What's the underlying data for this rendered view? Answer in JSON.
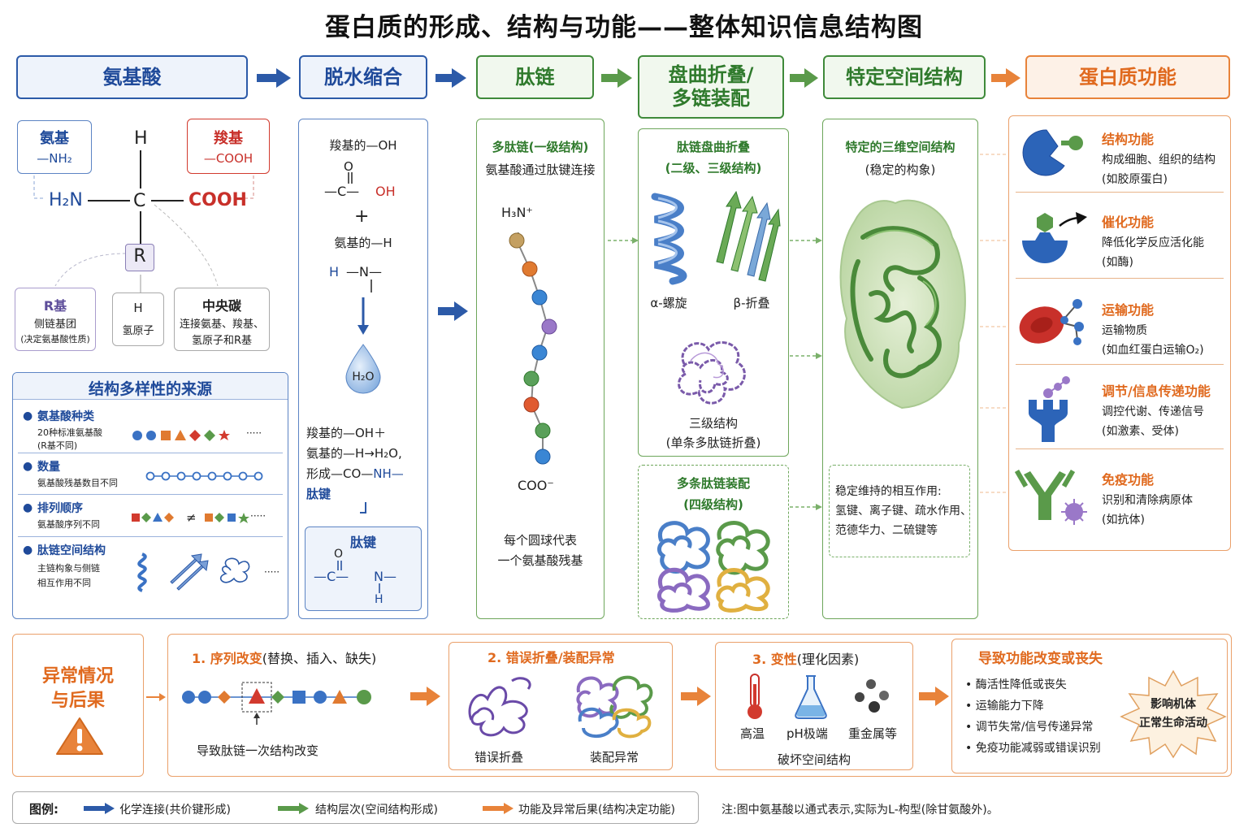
{
  "title": "蛋白质的形成、结构与功能——整体知识信息结构图",
  "headers": {
    "amino": "氨基酸",
    "dehydration": "脱水缩合",
    "peptide": "肽链",
    "folding_1": "盘曲折叠/",
    "folding_2": "多链装配",
    "spatial": "特定空间结构",
    "function": "蛋白质功能"
  },
  "amino_panel": {
    "amino_group_title": "氨基",
    "amino_group_formula": "—NH₂",
    "carboxyl_title": "羧基",
    "carboxyl_formula": "—COOH",
    "h_atom": "H",
    "h2n": "H₂N",
    "c_atom": "C",
    "cooh": "COOH",
    "r": "R",
    "r_group_title": "R基",
    "r_group_desc1": "侧链基团",
    "r_group_desc2": "(决定氨基酸性质)",
    "h_box_h": "H",
    "h_box_desc": "氢原子",
    "center_title": "中央碳",
    "center_desc1": "连接氨基、羧基、",
    "center_desc2": "氢原子和R基"
  },
  "diversity": {
    "title": "结构多样性的来源",
    "items": [
      {
        "title": "氨基酸种类",
        "desc1": "20种标准氨基酸",
        "desc2": "(R基不同)"
      },
      {
        "title": "数量",
        "desc1": "氨基酸残基数目不同",
        "desc2": ""
      },
      {
        "title": "排列顺序",
        "desc1": "氨基酸序列不同",
        "desc2": ""
      },
      {
        "title": "肽链空间结构",
        "desc1": "主链构象与侧链",
        "desc2": "相互作用不同"
      }
    ],
    "ellipsis": "·····",
    "neq": "≠"
  },
  "dehydration_panel": {
    "carboxyl_oh": "羧基的—OH",
    "o": "O",
    "c_oh_left": "—C—",
    "oh": "OH",
    "plus": "+",
    "amino_h": "氨基的—H",
    "h_n": "H",
    "n_part": "—N—",
    "water": "H₂O",
    "eq1": "羧基的—OH＋",
    "eq2": "氨基的—H→H₂O,",
    "eq3a": "形成—CO—",
    "eq3b": "NH—",
    "eq4": "肽键",
    "bond_title": "肽键",
    "bond_o": "O",
    "bond_c": "—C—",
    "bond_n": "N—",
    "bond_h": "H"
  },
  "peptide_panel": {
    "title": "多肽链(一级结构)",
    "desc": "氨基酸通过肽键连接",
    "n_term": "H₃N⁺",
    "c_term": "COO⁻",
    "note1": "每个圆球代表",
    "note2": "一个氨基酸残基"
  },
  "folding_panel": {
    "title1": "肽链盘曲折叠",
    "title2": "(二级、三级结构)",
    "alpha": "α-螺旋",
    "beta": "β-折叠",
    "tertiary1": "三级结构",
    "tertiary2": "(单条多肽链折叠)",
    "quat_title1": "多条肽链装配",
    "quat_title2": "(四级结构)"
  },
  "spatial_panel": {
    "title": "特定的三维空间结构",
    "subtitle": "(稳定的构象)",
    "interactions_title": "稳定维持的相互作用:",
    "interactions_1": "氢键、离子键、疏水作用、",
    "interactions_2": "范德华力、二硫键等"
  },
  "functions": [
    {
      "title": "结构功能",
      "desc1": "构成细胞、组织的结构",
      "desc2": "(如胶原蛋白)"
    },
    {
      "title": "催化功能",
      "desc1": "降低化学反应活化能",
      "desc2": "(如酶)"
    },
    {
      "title": "运输功能",
      "desc1": "运输物质",
      "desc2": "(如血红蛋白运输O₂)"
    },
    {
      "title": "调节/信息传递功能",
      "desc1": "调控代谢、传递信号",
      "desc2": "(如激素、受体)"
    },
    {
      "title": "免疫功能",
      "desc1": "识别和清除病原体",
      "desc2": "(如抗体)"
    }
  ],
  "abnormal": {
    "title1": "异常情况",
    "title2": "与后果",
    "seq_title": "1. 序列改变",
    "seq_sub": "(替换、插入、缺失)",
    "seq_note": "导致肽链一次结构改变",
    "misfold_title": "2. 错误折叠/装配异常",
    "misfold": "错误折叠",
    "assembly": "装配异常",
    "denature_title": "3. 变性",
    "denature_sub": "(理化因素)",
    "heat": "高温",
    "ph": "pH极端",
    "metal": "重金属等",
    "destroy": "破坏空间结构",
    "result_title": "导致功能改变或丧失",
    "results": [
      "酶活性降低或丧失",
      "运输能力下降",
      "调节失常/信号传递异常",
      "免疫功能减弱或错误识别"
    ],
    "impact1": "影响机体",
    "impact2": "正常生命活动"
  },
  "legend": {
    "label": "图例:",
    "blue": "化学连接(共价键形成)",
    "green": "结构层次(空间结构形成)",
    "orange": "功能及异常后果(结构决定功能)"
  },
  "note": "注:图中氨基酸以通式表示,实际为L-构型(除甘氨酸外)。",
  "colors": {
    "blue": "#2c5aa8",
    "green": "#3f8a3a",
    "orange": "#e8833a",
    "red": "#d23a2e"
  }
}
